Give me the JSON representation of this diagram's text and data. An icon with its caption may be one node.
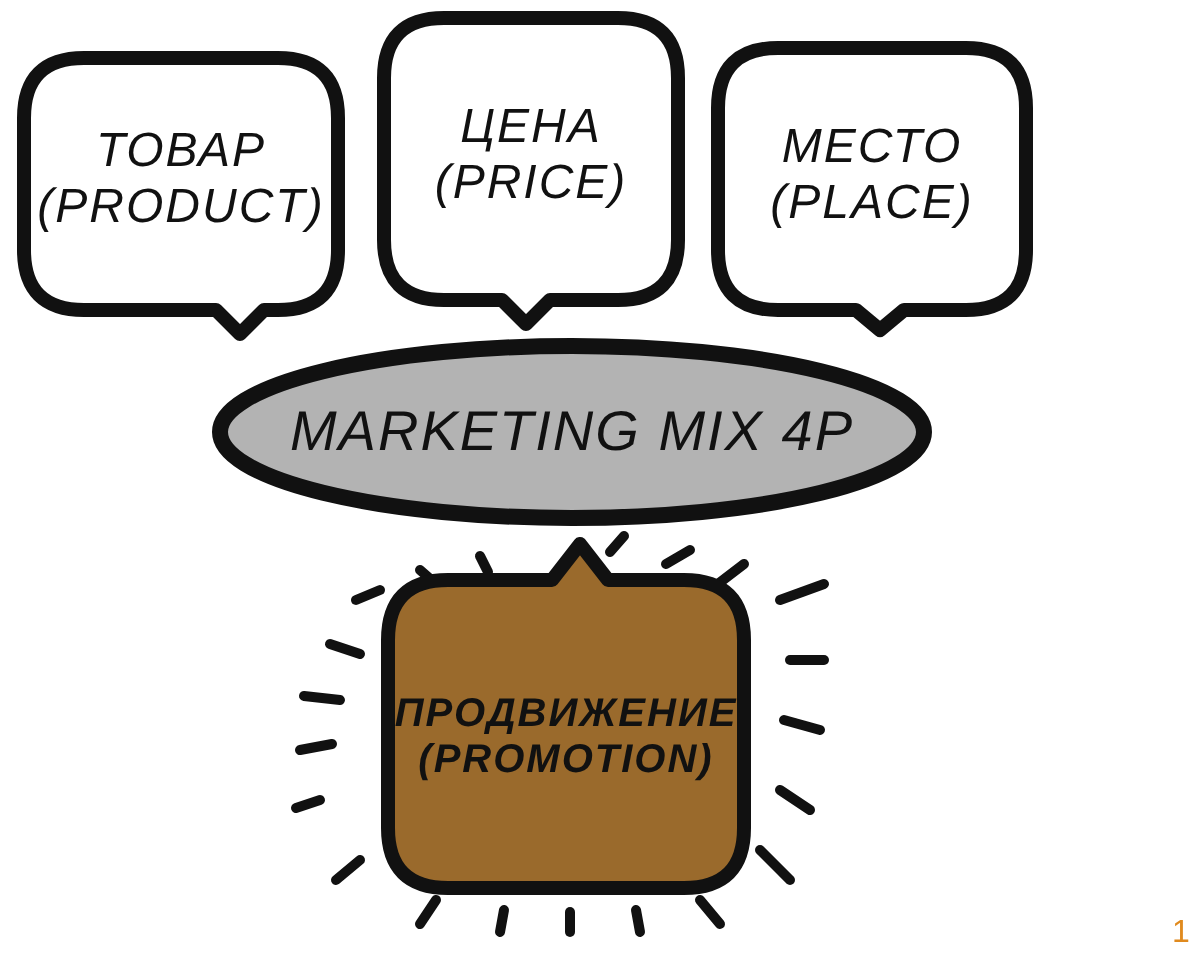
{
  "diagram": {
    "nodes": [
      {
        "text": [
          "ТОВАР (PRODUCT)"
        ]
      },
      {
        "text": [
          "ЦЕНА (PRICE)"
        ]
      },
      {
        "text": [
          "МЕСТО (PLACE)"
        ]
      },
      {
        "text": [
          "MARKETING MIX 4P"
        ]
      },
      {
        "text": [
          "ПРОДВИЖЕНИЕ (PROMOTION)"
        ]
      }
    ],
    "labels": [
      "1"
    ]
  }
}
